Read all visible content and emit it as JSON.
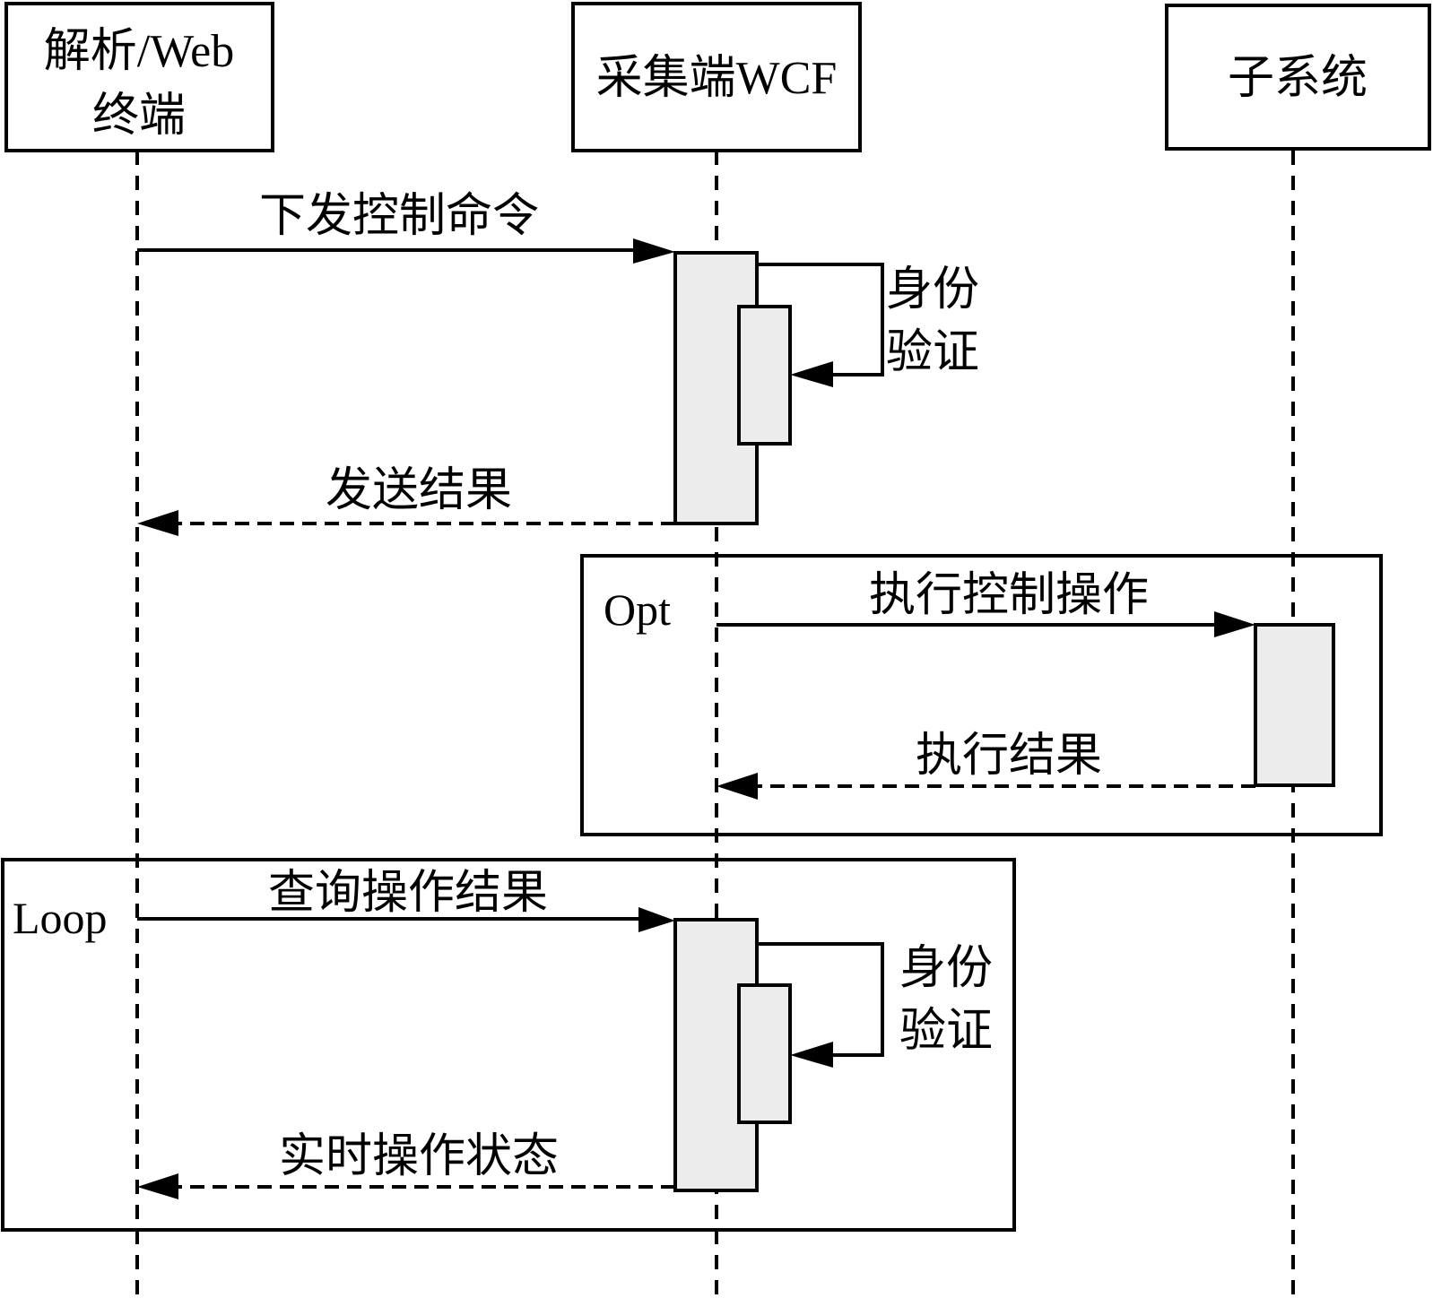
{
  "diagram": {
    "type": "sequence",
    "participants": [
      {
        "id": "parser",
        "label_line1": "解析/Web",
        "label_line2": "终端"
      },
      {
        "id": "wcf",
        "label": "采集端WCF"
      },
      {
        "id": "subsystem",
        "label": "子系统"
      }
    ],
    "messages": [
      {
        "from": "parser",
        "to": "wcf",
        "kind": "sync",
        "label": "下发控制命令"
      },
      {
        "from": "wcf",
        "to": "wcf",
        "kind": "self",
        "label_line1": "身份",
        "label_line2": "验证"
      },
      {
        "from": "wcf",
        "to": "parser",
        "kind": "return",
        "label": "发送结果"
      },
      {
        "from": "wcf",
        "to": "subsystem",
        "kind": "sync",
        "label": "执行控制操作"
      },
      {
        "from": "subsystem",
        "to": "wcf",
        "kind": "return",
        "label": "执行结果"
      },
      {
        "from": "parser",
        "to": "wcf",
        "kind": "sync",
        "label": "查询操作结果"
      },
      {
        "from": "wcf",
        "to": "wcf",
        "kind": "self",
        "label_line1": "身份",
        "label_line2": "验证"
      },
      {
        "from": "wcf",
        "to": "parser",
        "kind": "return",
        "label": "实时操作状态"
      }
    ],
    "fragments": [
      {
        "operator": "Opt",
        "covers": [
          "wcf",
          "subsystem"
        ]
      },
      {
        "operator": "Loop",
        "covers": [
          "parser",
          "wcf"
        ]
      }
    ],
    "colors": {
      "line": "#000000",
      "activation_fill": "#ececec",
      "background": "#ffffff"
    }
  }
}
